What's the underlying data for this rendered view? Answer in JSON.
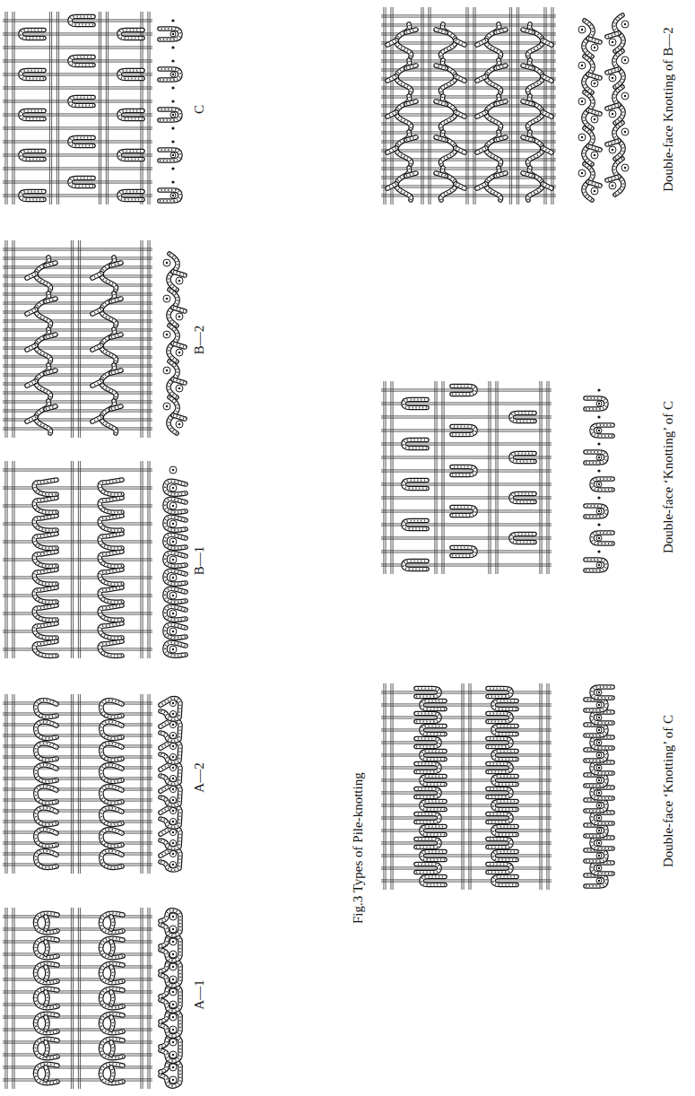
{
  "diagram": {
    "caption": "Fig.3 Types of Pile-knotting",
    "labels": [
      "A—1",
      "A—2",
      "B—1",
      "B—2",
      "C",
      "Double-face ‘Knotting’ of C",
      "Double-face ‘Knotting’ of C",
      "Double-face Knotting of B—2"
    ]
  }
}
